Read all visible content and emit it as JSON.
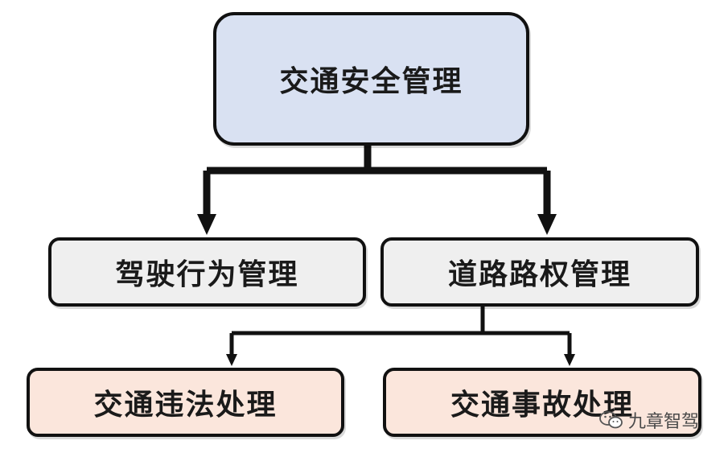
{
  "colors": {
    "root_fill": "#d9e1f2",
    "mid_fill": "#efefef",
    "leaf_fill": "#fbe6dc",
    "stroke": "#111111"
  },
  "nodes": {
    "root": "交通安全管理",
    "driving": "驾驶行为管理",
    "road": "道路路权管理",
    "violation": "交通违法处理",
    "accident": "交通事故处理"
  },
  "watermark": {
    "icon": "wechat-icon",
    "text": "九章智驾"
  }
}
